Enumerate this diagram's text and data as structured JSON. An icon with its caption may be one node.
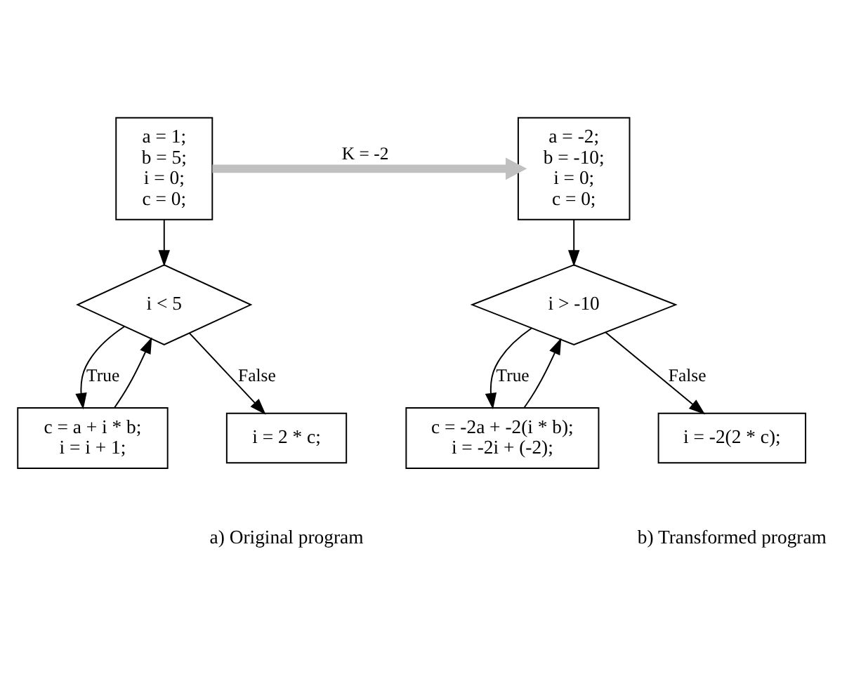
{
  "diagram": {
    "nodes": [
      {
        "text": [
          "a = 1; b = 5; i = 0; c = 0;"
        ]
      },
      {
        "text": [
          "i < 5"
        ]
      },
      {
        "text": [
          "c = a + i * b; i = i + 1;"
        ]
      },
      {
        "text": [
          "i = 2 * c;"
        ]
      },
      {
        "text": [
          "a = -2; b = -10; i = 0; c = 0;"
        ]
      },
      {
        "text": [
          "i > -10"
        ]
      },
      {
        "text": [
          "c = -2a + -2(i * b); i = -2i + (-2);"
        ]
      },
      {
        "text": [
          "i = -2(2 * c);"
        ]
      }
    ],
    "edges": [
      {
        "from": 0,
        "to": 1,
        "arrow": "to"
      },
      {
        "from": 1,
        "to": 2,
        "arrow": "to",
        "label": "True"
      },
      {
        "from": 2,
        "to": 1,
        "arrow": "to"
      },
      {
        "from": 1,
        "to": 3,
        "arrow": "to",
        "label": "False"
      },
      {
        "from": 0,
        "to": 4,
        "arrow": "to",
        "label": "K = -2",
        "style": "thick",
        "color": "#c0c0c0"
      },
      {
        "from": 4,
        "to": 5,
        "arrow": "to"
      },
      {
        "from": 5,
        "to": 6,
        "arrow": "to",
        "label": "True"
      },
      {
        "from": 6,
        "to": 5,
        "arrow": "to"
      },
      {
        "from": 5,
        "to": 7,
        "arrow": "to",
        "label": "False"
      }
    ],
    "labels": [
      "a) Original program",
      "b) Transformed program"
    ]
  }
}
